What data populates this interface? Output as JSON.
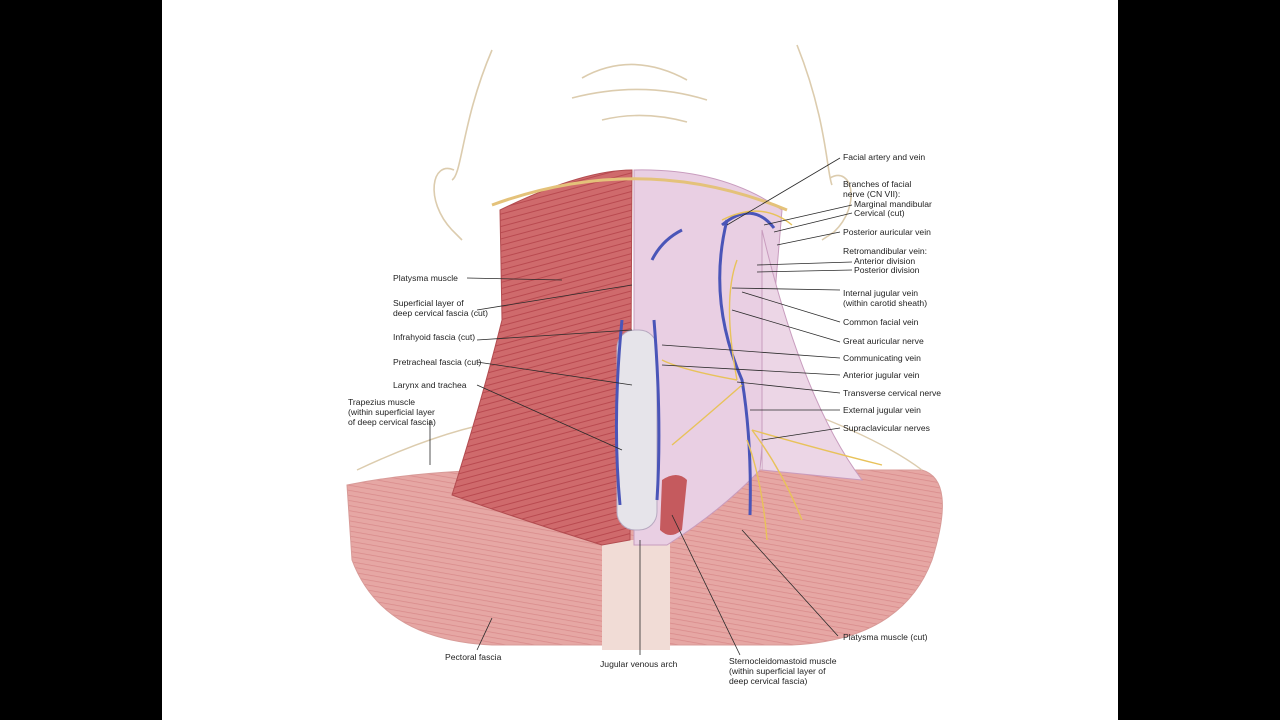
{
  "colors": {
    "page_background": "#000000",
    "slide_background": "#ffffff",
    "muscle": "#c9585c",
    "muscle_light": "#e3a3a3",
    "fascia": "#e9cfe3",
    "vein": "#4a55b8",
    "nerve": "#e8c25a",
    "outline": "#d8c7a8",
    "leader": "#2a2a2a"
  },
  "labels": {
    "facial_artery_vein": "Facial artery and vein",
    "branches_facial_nerve": "Branches of facial\nnerve (CN VII):",
    "marginal_mandibular": "Marginal mandibular",
    "cervical_cut": "Cervical (cut)",
    "posterior_auricular_vein": "Posterior auricular vein",
    "retromandibular_vein": "Retromandibular vein:",
    "anterior_division": "Anterior division",
    "posterior_division": "Posterior division",
    "internal_jugular_vein": "Internal jugular vein\n(within carotid sheath)",
    "common_facial_vein": "Common facial vein",
    "great_auricular_nerve": "Great auricular nerve",
    "communicating_vein": "Communicating vein",
    "anterior_jugular_vein": "Anterior jugular vein",
    "transverse_cervical_nerve": "Transverse cervical nerve",
    "external_jugular_vein": "External jugular vein",
    "supraclavicular_nerves": "Supraclavicular nerves",
    "platysma_muscle_cut": "Platysma muscle (cut)",
    "sternocleidomastoid": "Sternocleidomastoid muscle\n(within superficial layer of\ndeep cervical fascia)",
    "jugular_venous_arch": "Jugular venous arch",
    "pectoral_fascia": "Pectoral fascia",
    "platysma_muscle": "Platysma muscle",
    "superficial_layer": "Superficial layer of\ndeep cervical fascia (cut)",
    "infrahyoid_fascia": "Infrahyoid fascia (cut)",
    "pretracheal_fascia": "Pretracheal fascia (cut)",
    "larynx_trachea": "Larynx and trachea",
    "trapezius_muscle": "Trapezius muscle\n(within superficial layer\nof deep cervical fascia)"
  }
}
